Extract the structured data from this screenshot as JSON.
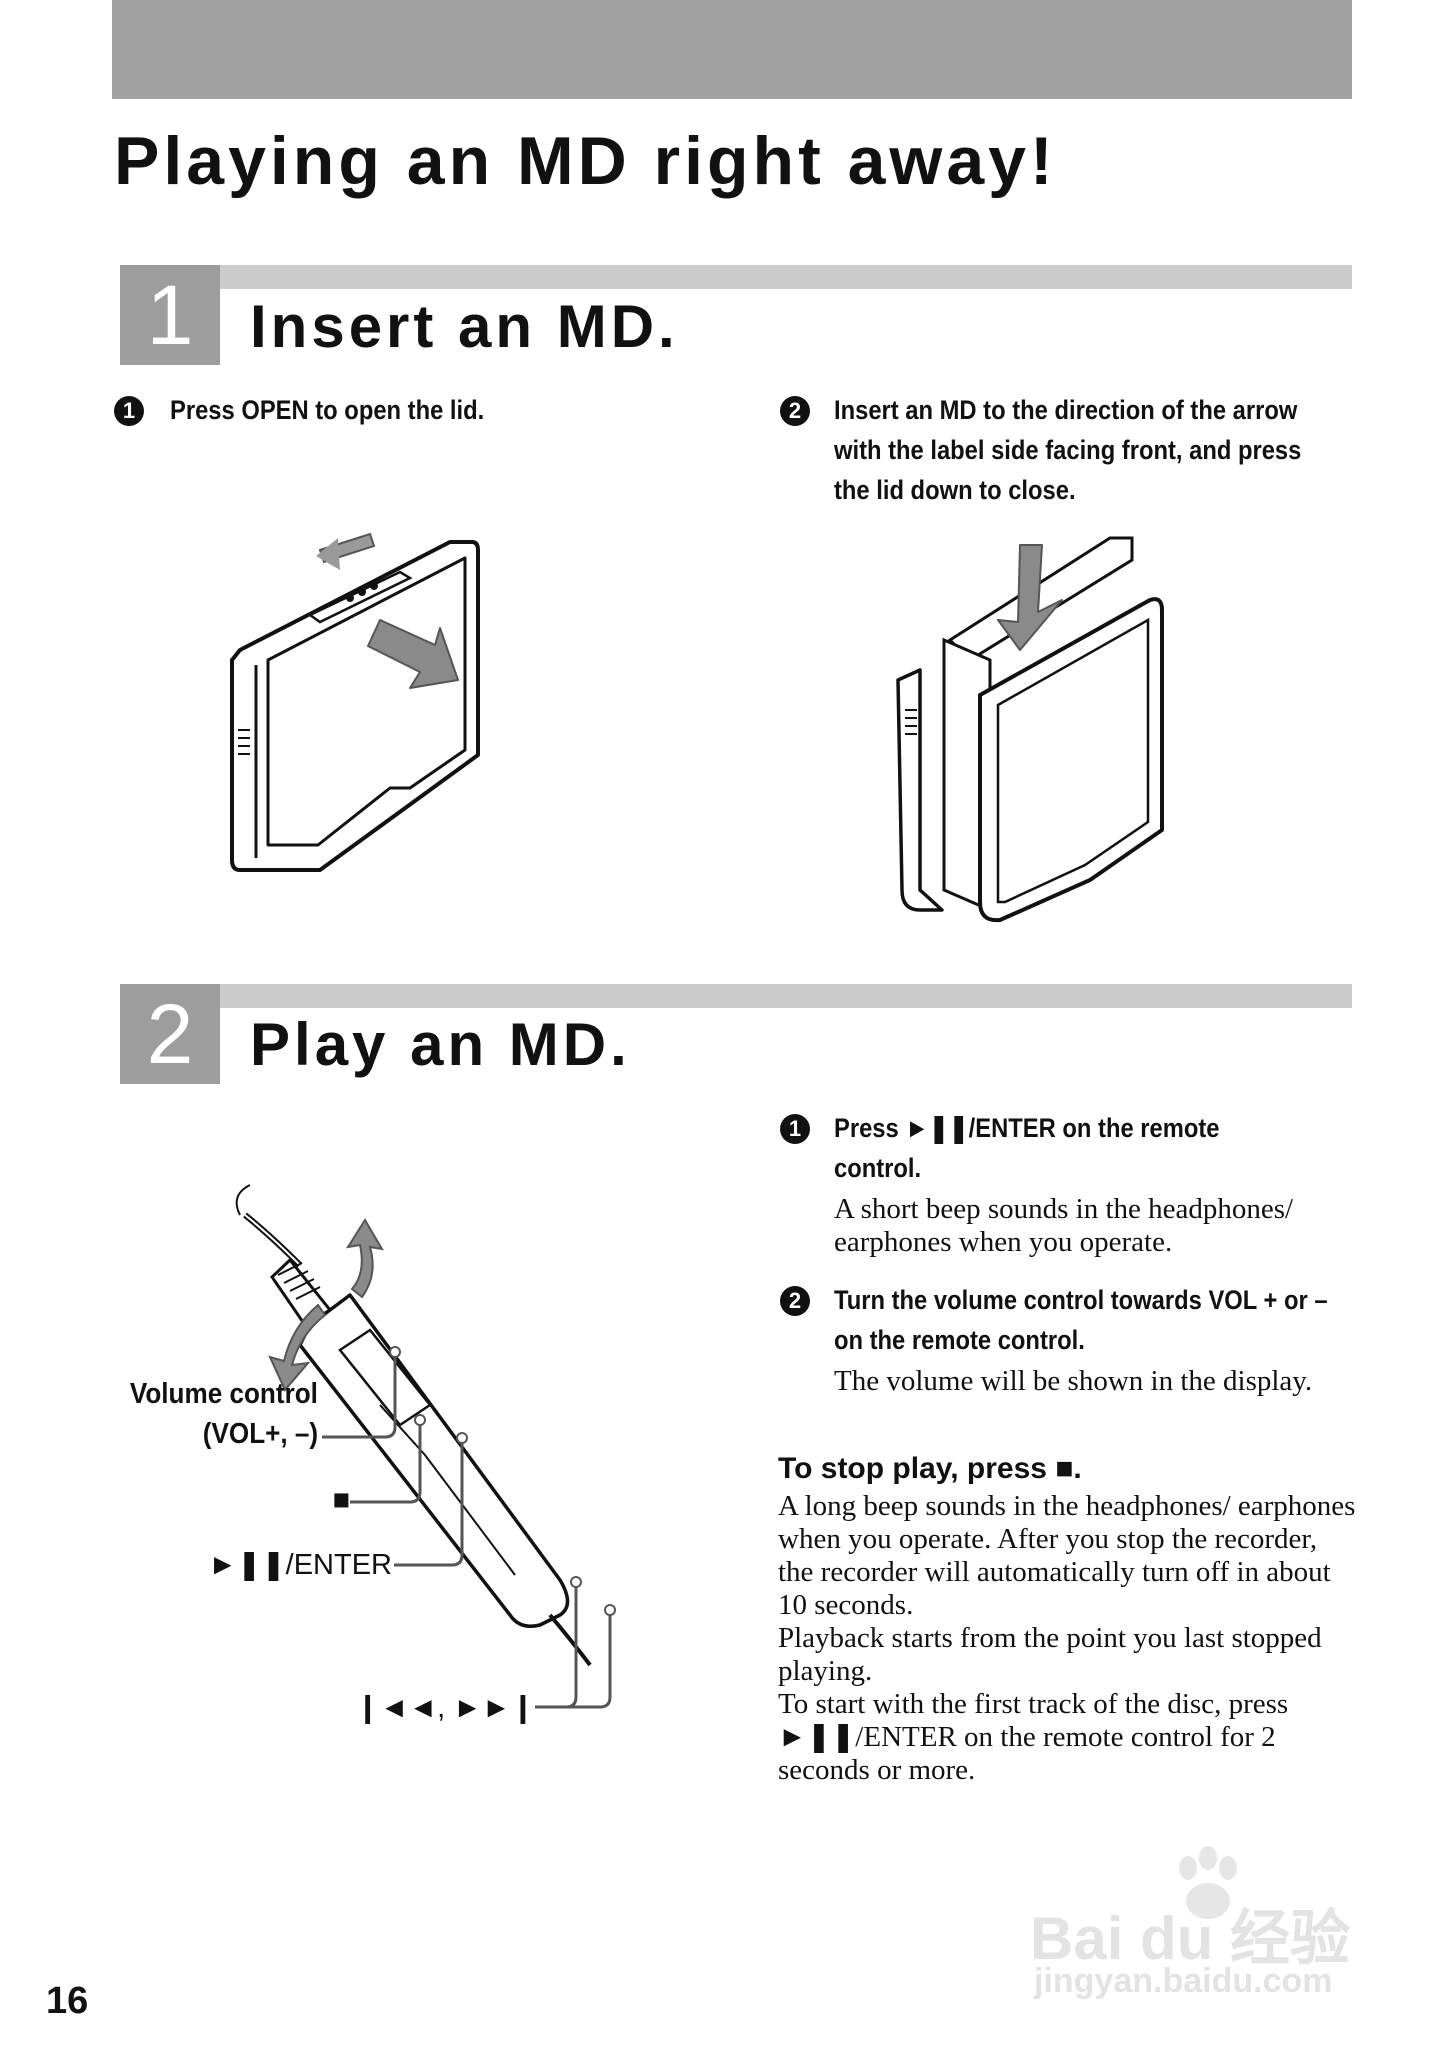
{
  "page_title": "Playing an MD right away!",
  "page_number": "16",
  "section1": {
    "number": "1",
    "title": "Insert an MD.",
    "step1": {
      "num": "1",
      "text": "Press OPEN to open the lid."
    },
    "step2": {
      "num": "2",
      "text": "Insert an MD to the direction of the arrow with the label side facing front, and press the lid down to close."
    }
  },
  "section2": {
    "number": "2",
    "title": "Play an MD.",
    "step1": {
      "num": "1",
      "text": "Press ►❚❚/ENTER on the remote control.",
      "desc": "A short beep sounds in the headphones/ earphones when you operate."
    },
    "step2": {
      "num": "2",
      "text": "Turn the volume control towards VOL + or – on the remote control.",
      "desc": "The volume will be shown in the display."
    },
    "stop_heading": "To stop play, press ■.",
    "stop_paragraphs": [
      "A long beep sounds in the headphones/ earphones when you operate. After you stop the recorder, the recorder will automatically turn off in about 10 seconds.",
      "Playback starts from the point you last stopped playing.",
      "To start with the first track of the disc, press ►❚❚/ENTER on the remote control for 2 seconds or more."
    ],
    "callouts": {
      "volume_line1": "Volume control",
      "volume_line2": "(VOL+, –)",
      "stop": "■",
      "play_enter": "►❚❚/ENTER",
      "skip": "❙◄◄, ►►❙"
    }
  },
  "watermark": {
    "brand": "Bai du 经验",
    "url": "jingyan.baidu.com"
  },
  "colors": {
    "top_bar": "#a3a3a3",
    "section_bar": "#cccccc",
    "section_number_bg": "#9d9d9d"
  }
}
